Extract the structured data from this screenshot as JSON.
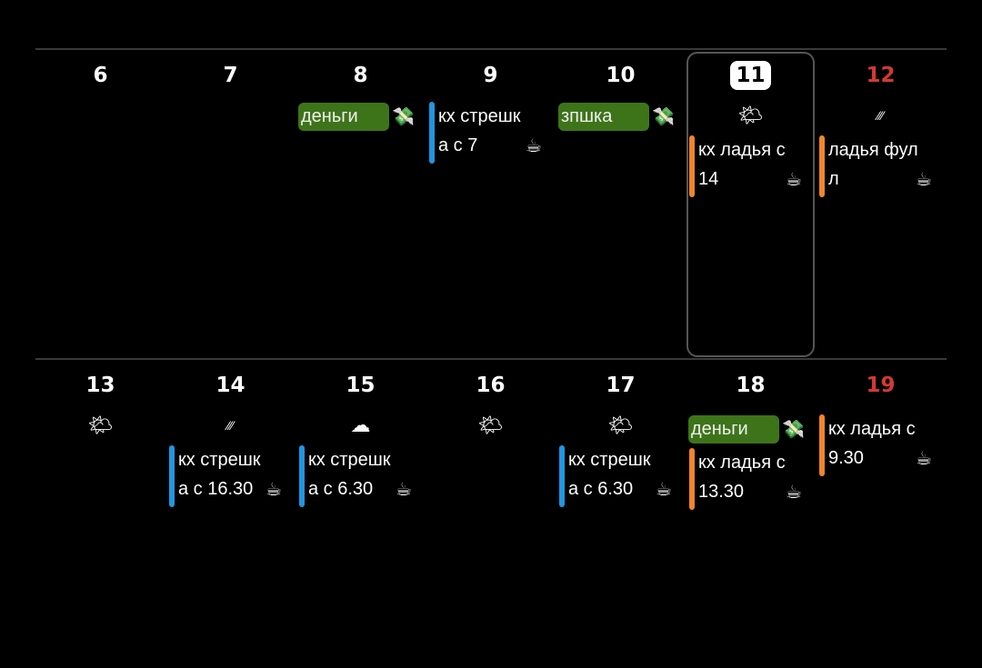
{
  "colors": {
    "blue": "#2196e0",
    "orange": "#f0862a",
    "green": "#3e7419",
    "weekend": "#d23a32"
  },
  "weeks": [
    {
      "days": [
        {
          "date": "6",
          "events": []
        },
        {
          "date": "7",
          "events": []
        },
        {
          "date": "8",
          "events": [
            {
              "type": "chip",
              "text": "деньги",
              "emoji": "💸"
            }
          ]
        },
        {
          "date": "9",
          "events": [
            {
              "type": "bar",
              "color": "blue",
              "line1": "кх стрешк",
              "line2": "а с 7",
              "emoji": "☕"
            }
          ]
        },
        {
          "date": "10",
          "events": [
            {
              "type": "chip",
              "text": "зпшка",
              "emoji": "💸"
            }
          ]
        },
        {
          "date": "11",
          "today": true,
          "weather": "🌤",
          "events": [
            {
              "type": "bar",
              "color": "orange",
              "line1": "кх ладья с",
              "line2": "14",
              "emoji": "☕"
            }
          ]
        },
        {
          "date": "12",
          "weekend": true,
          "weather": "⁄⁄⁄",
          "events": [
            {
              "type": "bar",
              "color": "orange",
              "line1": "ладья фул",
              "line2": "л",
              "emoji": "☕"
            }
          ]
        }
      ]
    },
    {
      "days": [
        {
          "date": "13",
          "weather": "🌤",
          "events": []
        },
        {
          "date": "14",
          "weather": "⁄⁄⁄",
          "events": [
            {
              "type": "bar",
              "color": "blue",
              "line1": "кх стрешк",
              "line2": "а с 16.30",
              "emoji": "☕"
            }
          ]
        },
        {
          "date": "15",
          "weather": "☁",
          "events": [
            {
              "type": "bar",
              "color": "blue",
              "line1": "кх стрешк",
              "line2": "а с 6.30",
              "emoji": "☕"
            }
          ]
        },
        {
          "date": "16",
          "weather": "🌤",
          "events": []
        },
        {
          "date": "17",
          "weather": "🌤",
          "events": [
            {
              "type": "bar",
              "color": "blue",
              "line1": "кх стрешк",
              "line2": "а с 6.30",
              "emoji": "☕"
            }
          ]
        },
        {
          "date": "18",
          "events": [
            {
              "type": "chip",
              "text": "деньги",
              "emoji": "💸"
            },
            {
              "type": "bar",
              "color": "orange",
              "line1": "кх ладья с",
              "line2": "13.30",
              "emoji": "☕"
            }
          ]
        },
        {
          "date": "19",
          "weekend": true,
          "events": [
            {
              "type": "bar",
              "color": "orange",
              "line1": "кх ладья с",
              "line2": "9.30",
              "emoji": "☕"
            }
          ]
        }
      ]
    }
  ]
}
